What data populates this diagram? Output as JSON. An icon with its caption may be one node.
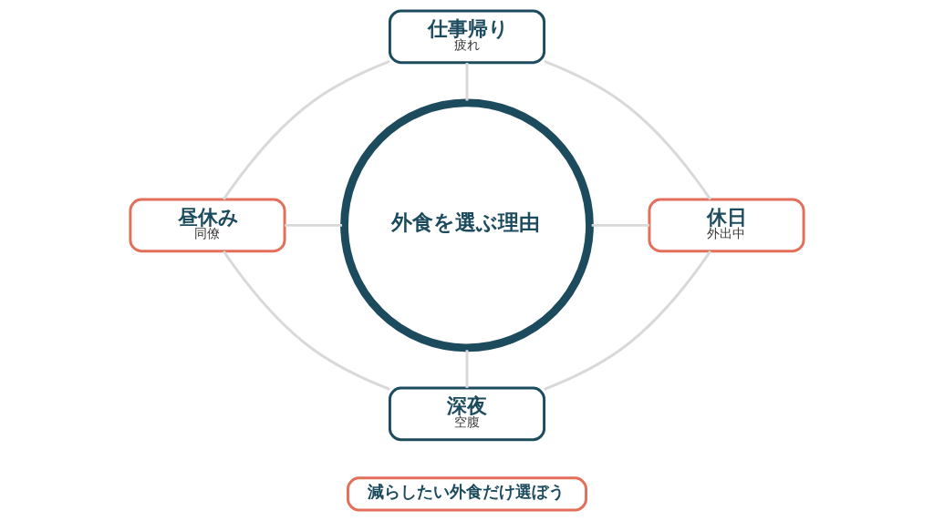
{
  "diagram": {
    "nodes": [
      {
        "text": [
          "仕事帰り",
          "疲れ"
        ]
      },
      {
        "text": [
          "昼休み",
          "同僚"
        ]
      },
      {
        "text": [
          "外食を選ぶ理由"
        ]
      },
      {
        "text": [
          "休日",
          "外出中"
        ]
      },
      {
        "text": [
          "深夜",
          "空腹"
        ]
      },
      {
        "text": [
          "減らしたい外食だけ選ぼう"
        ]
      }
    ],
    "edges": [
      {
        "from": 0,
        "to": 2,
        "arrow": "none"
      },
      {
        "from": 1,
        "to": 2,
        "arrow": "none"
      },
      {
        "from": 2,
        "to": 3,
        "arrow": "none"
      },
      {
        "from": 2,
        "to": 4,
        "arrow": "none"
      },
      {
        "from": 0,
        "to": 1,
        "arrow": "none"
      },
      {
        "from": 0,
        "to": 3,
        "arrow": "none"
      },
      {
        "from": 1,
        "to": 4,
        "arrow": "none"
      },
      {
        "from": 3,
        "to": 4,
        "arrow": "none"
      }
    ]
  }
}
